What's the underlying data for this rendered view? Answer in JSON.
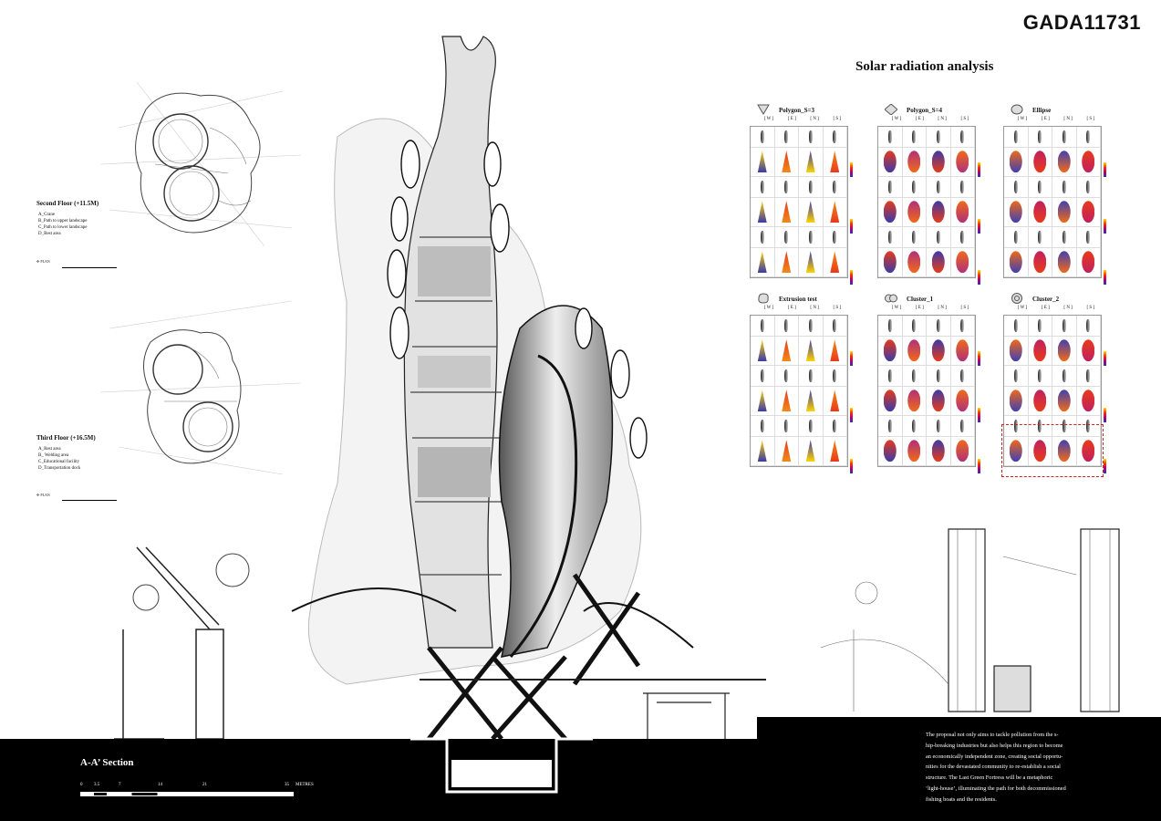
{
  "header": {
    "code": "GADA11731"
  },
  "solar": {
    "title": "Solar radiation analysis",
    "columns": [
      "[ W ]",
      "[ E ]",
      "[ N ]",
      "[ S ]"
    ],
    "panels": [
      {
        "name": "Polygon_S=3",
        "icon": "triangle-icon"
      },
      {
        "name": "Polygon_S=4",
        "icon": "diamond-icon"
      },
      {
        "name": "Ellipse",
        "icon": "ellipse-icon"
      },
      {
        "name": "Extrusion test",
        "icon": "blob-icon"
      },
      {
        "name": "Cluster_1",
        "icon": "double-circle-icon"
      },
      {
        "name": "Cluster_2",
        "icon": "concentric-circle-icon"
      }
    ]
  },
  "floors": {
    "second": {
      "title": "Second Floor (+11.5M)",
      "items": [
        "A_Crane",
        "B_Path to upper landscape",
        "C_Path to lower landscape",
        "D_Rest area"
      ],
      "plan_label": "PLAN"
    },
    "third": {
      "title": "Third Floor (+16.5M)",
      "items": [
        "A_Rest area",
        "B_ Welding area",
        "C_Educational facility",
        "D_Transportation dock"
      ],
      "plan_label": "PLAN"
    }
  },
  "section": {
    "title": "A-A’ Section",
    "scale_ticks": [
      "0",
      "3.5",
      "7",
      "14",
      "21",
      "35"
    ],
    "scale_unit": "METRES"
  },
  "description": {
    "lines": [
      "The proposal not only aims to tackle pollution from the s-",
      "hip-breaking industries but also helps this region to become",
      " an economically independent zone, creating social opportu-",
      "nities for the devastated community to re-establish a social",
      "structure. The Last Green Fortress will be a metaphoric",
      "‘light-house’, illuminating the path for both decommissioned",
      " fishing boats and the residents."
    ]
  },
  "colors": {
    "ink": "#111111",
    "ground": "#000000",
    "heat_high": "#ffd400",
    "heat_mid": "#e83a1a",
    "heat_low": "#3a3aa8"
  }
}
